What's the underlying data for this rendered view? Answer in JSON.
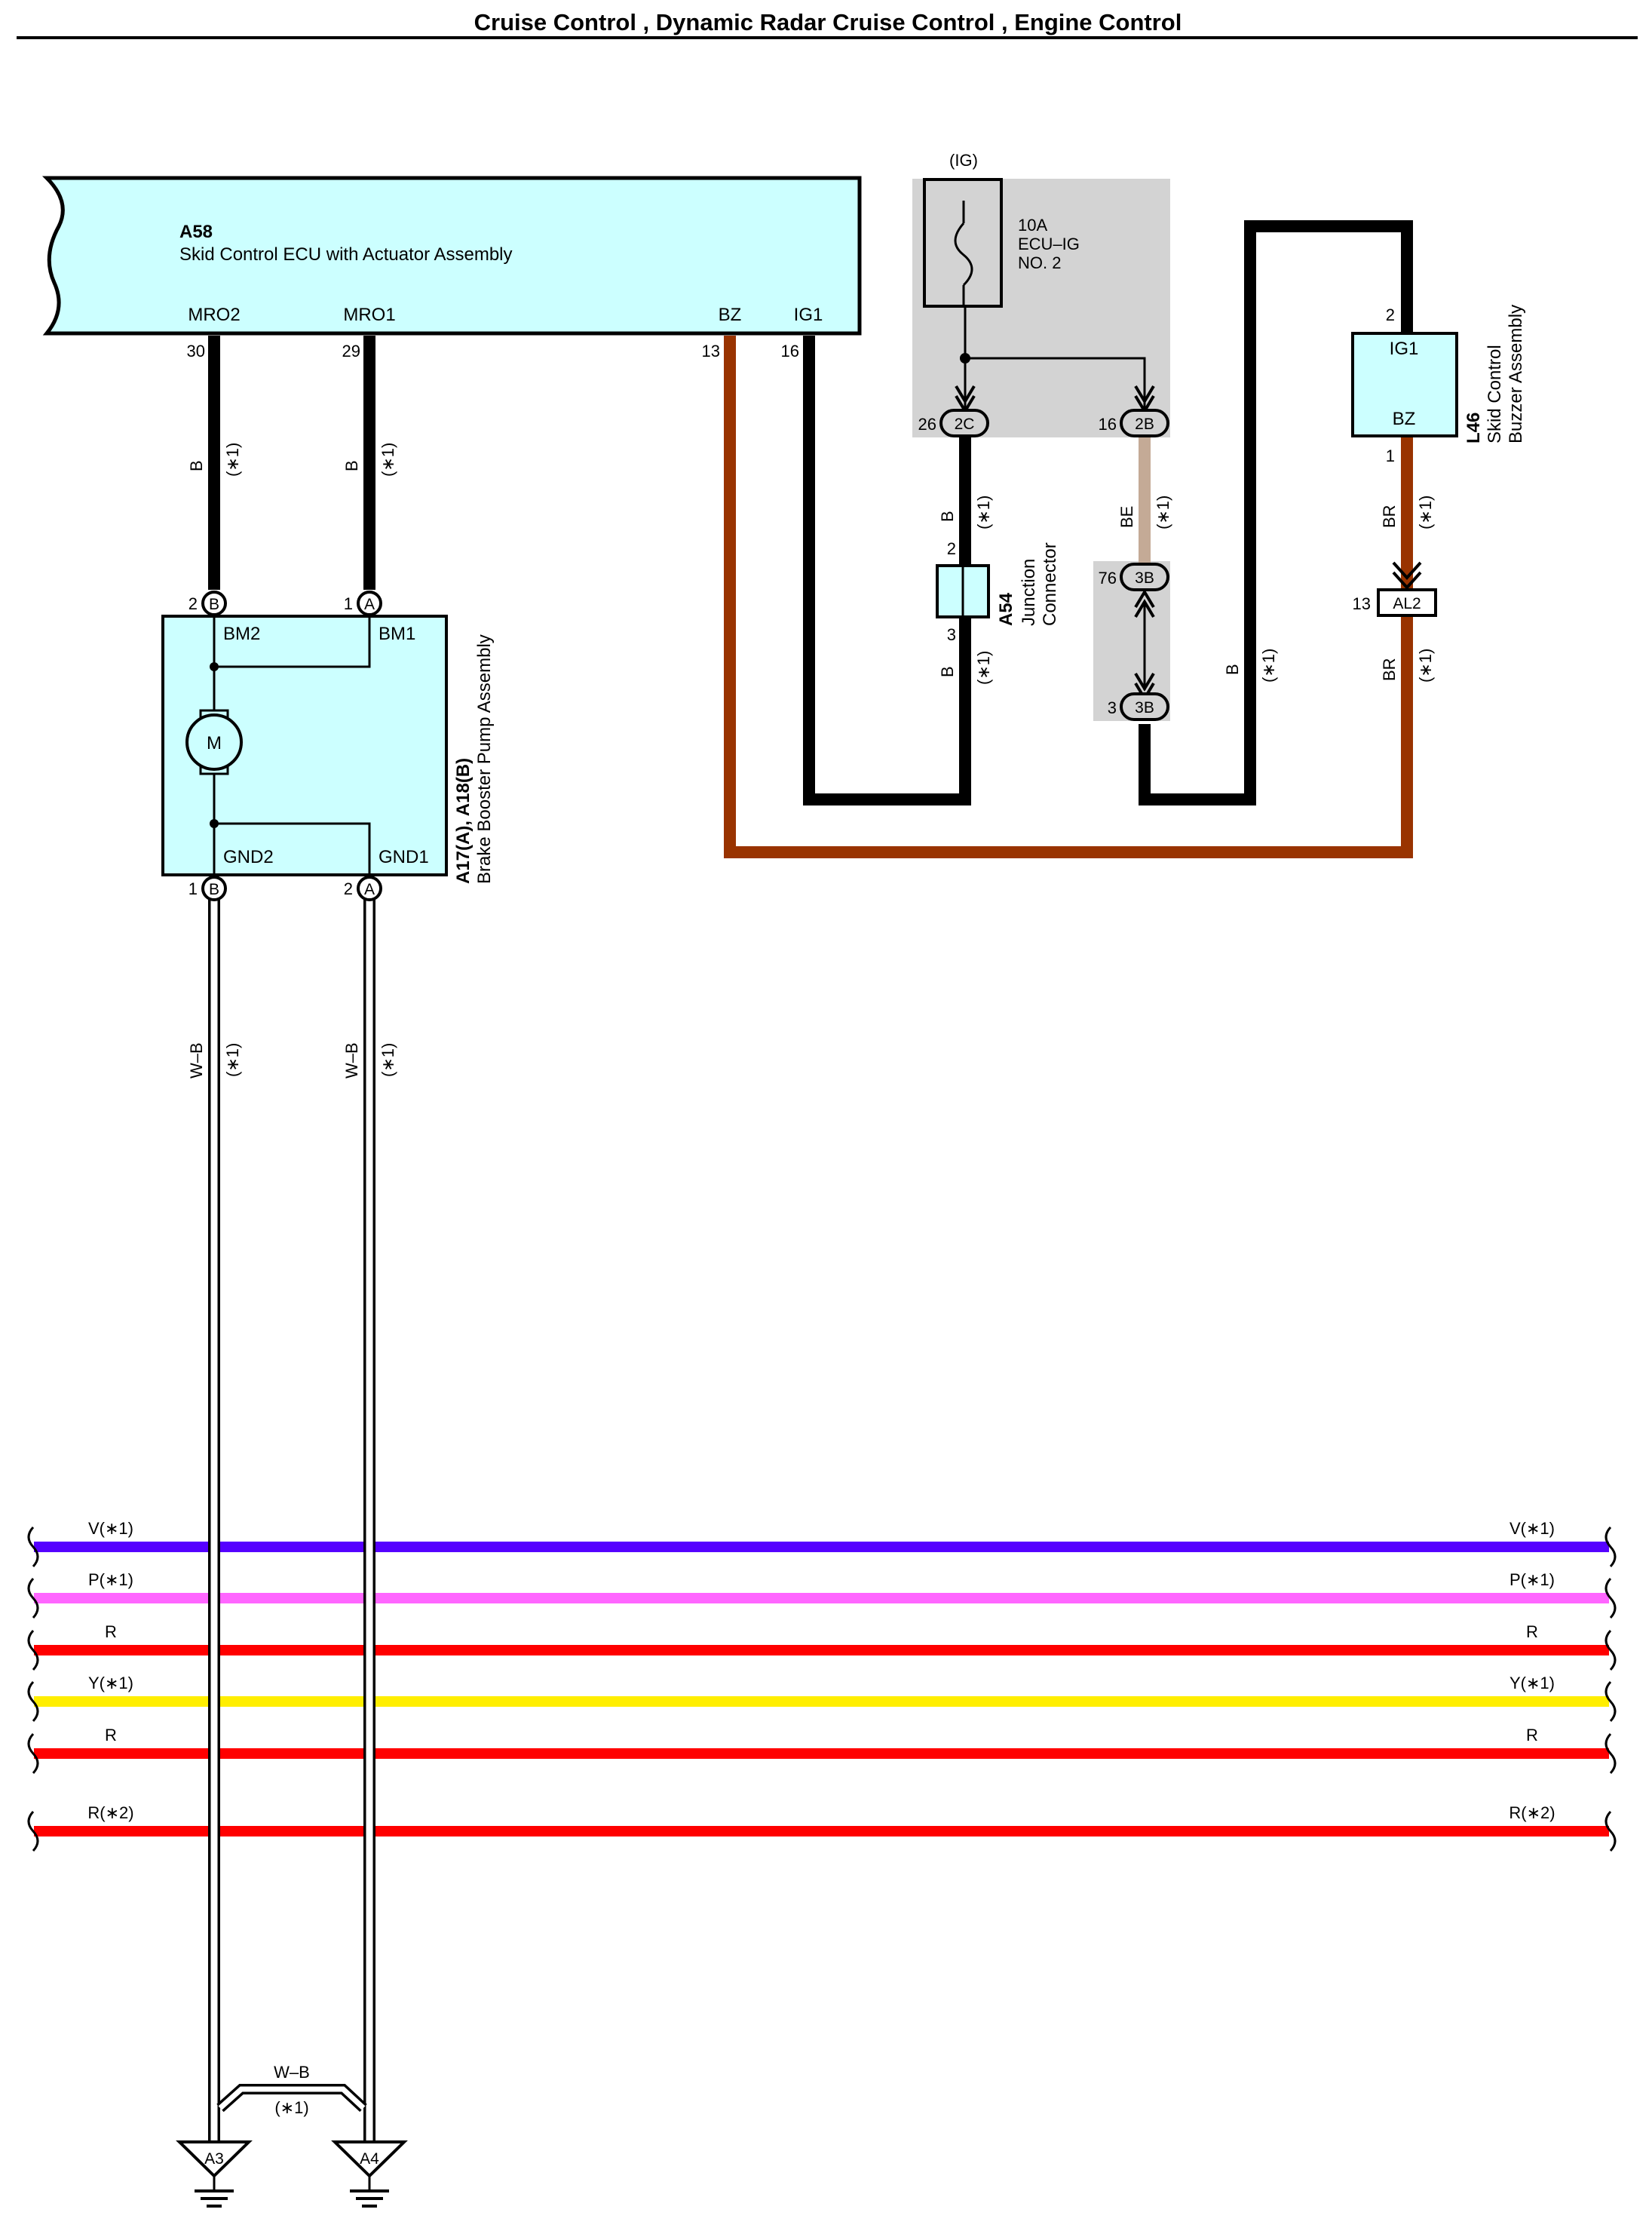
{
  "title": "Cruise Control , Dynamic Radar Cruise Control , Engine Control",
  "components": {
    "a58": {
      "code": "A58",
      "name": "Skid Control ECU with Actuator Assembly",
      "terminals": {
        "mro2": "MRO2",
        "mro1": "MRO1",
        "bz": "BZ",
        "ig1": "IG1"
      },
      "pins": {
        "mro2": "30",
        "mro1": "29",
        "bz": "13",
        "ig1": "16"
      }
    },
    "fuse": {
      "group": "(IG)",
      "rating": "10A",
      "name_1": "ECU–IG",
      "name_2": "NO. 2"
    },
    "a54": {
      "code": "A54",
      "name_1": "Junction",
      "name_2": "Connector",
      "pin_top": "2",
      "pin_bottom": "3"
    },
    "l46": {
      "code": "L46",
      "name_1": "Skid Control",
      "name_2": "Buzzer Assembly",
      "terminals": {
        "ig1": "IG1",
        "bz": "BZ"
      },
      "pins": {
        "ig1": "2",
        "bz": "1"
      }
    },
    "pump": {
      "code": "A17(A), A18(B)",
      "name": "Brake Booster Pump Assembly",
      "motor": "M",
      "terminals": {
        "bm2": "BM2",
        "bm1": "BM1",
        "gnd2": "GND2",
        "gnd1": "GND1"
      },
      "pins": {
        "bm2": "2",
        "bm1": "1",
        "gnd2": "1",
        "gnd1": "2"
      },
      "connectors": {
        "b": "B",
        "a": "A"
      }
    },
    "grounds": {
      "a3": "A3",
      "a4": "A4"
    }
  },
  "connectors": {
    "c2c": {
      "id": "2C",
      "pin": "26"
    },
    "c2b": {
      "id": "2B",
      "pin": "16"
    },
    "c3b_top": {
      "id": "3B",
      "pin": "76"
    },
    "c3b_bot": {
      "id": "3B",
      "pin": "3"
    },
    "al2": {
      "id": "AL2",
      "pin": "13"
    }
  },
  "wire_labels": {
    "b": "B",
    "be": "BE",
    "br": "BR",
    "wb": "W–B",
    "note1": "(∗1)"
  },
  "bus_labels": [
    "V(∗1)",
    "P(∗1)",
    "R",
    "Y(∗1)",
    "R",
    "R(∗2)"
  ],
  "colors": {
    "ecu_fill": "#ccffff",
    "shade": "#d3d3d3",
    "wire_black": "#000000",
    "wire_brown": "#993300",
    "wire_beige": "#c4aa96",
    "bus_violet": "#5500ff",
    "bus_pink": "#ff66ff",
    "bus_red": "#ff0000",
    "bus_yellow": "#ffee00"
  }
}
